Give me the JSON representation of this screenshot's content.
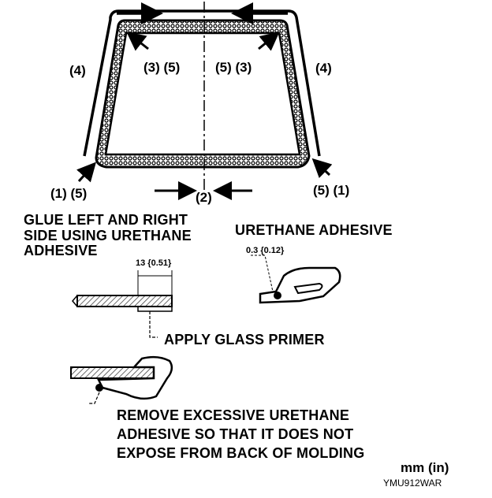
{
  "callouts": {
    "left_side_top": "(4)",
    "right_side_top": "(4)",
    "upper_left_inner": "(3) (5)",
    "upper_right_inner": "(5) (3)",
    "bottom_left": "(1) (5)",
    "bottom_center": "(2)",
    "bottom_right": "(5) (1)"
  },
  "notes": {
    "glue_line1": "GLUE LEFT AND RIGHT",
    "glue_line2": "SIDE USING URETHANE",
    "glue_line3": "ADHESIVE",
    "urethane_adhesive": "URETHANE ADHESIVE",
    "apply_primer": "APPLY GLASS PRIMER",
    "remove_line1": "REMOVE EXCESSIVE URETHANE",
    "remove_line2": "ADHESIVE SO THAT IT DOES NOT",
    "remove_line3": "EXPOSE FROM BACK OF MOLDING"
  },
  "dimensions": {
    "width_13": "13 {0.51}",
    "bead_03": "0.3 {0.12}",
    "units": "mm (in)"
  },
  "figure_code": "YMU912WAR",
  "colors": {
    "ink": "#000000",
    "paper": "#ffffff",
    "hatch": "#555555"
  }
}
